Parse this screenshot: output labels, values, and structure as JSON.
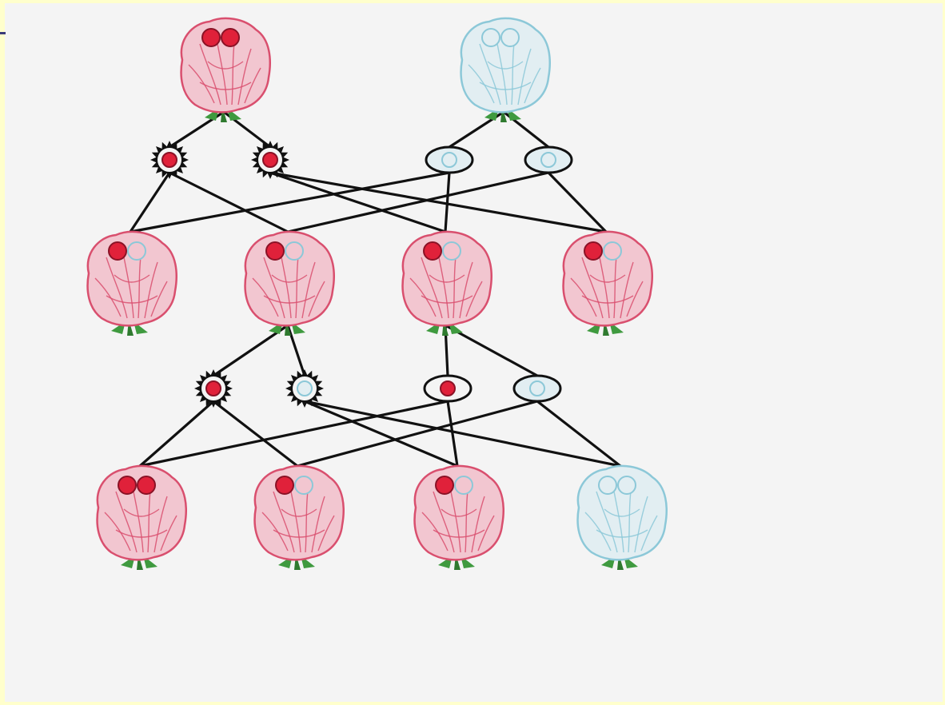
{
  "colors": {
    "background": "#f4f4f4",
    "border": "#ffffcc",
    "red_petal": "#d94f6e",
    "red_fill": "#f2c6d0",
    "white_petal": "#8cc8d8",
    "white_fill": "#e2eef2",
    "leaf": "#3f9a3f",
    "dot_red": "#e0213a",
    "line": "#111111"
  },
  "diagram": {
    "generations": [
      {
        "id": "P",
        "flowers": [
          {
            "id": "p1",
            "color": "red",
            "alleles": [
              "R",
              "R"
            ]
          },
          {
            "id": "p2",
            "color": "white",
            "alleles": [
              "r",
              "r"
            ]
          }
        ]
      },
      {
        "id": "G1",
        "gametes": [
          {
            "id": "g1a",
            "kind": "sperm",
            "allele": "R"
          },
          {
            "id": "g1b",
            "kind": "sperm",
            "allele": "R"
          },
          {
            "id": "g1c",
            "kind": "egg",
            "allele": "r"
          },
          {
            "id": "g1d",
            "kind": "egg",
            "allele": "r"
          }
        ]
      },
      {
        "id": "F1",
        "flowers": [
          {
            "id": "f1a",
            "color": "red",
            "alleles": [
              "R",
              "r"
            ]
          },
          {
            "id": "f1b",
            "color": "red",
            "alleles": [
              "R",
              "r"
            ]
          },
          {
            "id": "f1c",
            "color": "red",
            "alleles": [
              "R",
              "r"
            ]
          },
          {
            "id": "f1d",
            "color": "red",
            "alleles": [
              "R",
              "r"
            ]
          }
        ]
      },
      {
        "id": "G2",
        "gametes": [
          {
            "id": "g2a",
            "kind": "sperm",
            "allele": "R"
          },
          {
            "id": "g2b",
            "kind": "sperm",
            "allele": "r"
          },
          {
            "id": "g2c",
            "kind": "egg",
            "allele": "R"
          },
          {
            "id": "g2d",
            "kind": "egg",
            "allele": "r"
          }
        ]
      },
      {
        "id": "F2",
        "flowers": [
          {
            "id": "f2a",
            "color": "red",
            "alleles": [
              "R",
              "R"
            ]
          },
          {
            "id": "f2b",
            "color": "red",
            "alleles": [
              "R",
              "r"
            ]
          },
          {
            "id": "f2c",
            "color": "red",
            "alleles": [
              "R",
              "r"
            ]
          },
          {
            "id": "f2d",
            "color": "white",
            "alleles": [
              "r",
              "r"
            ]
          }
        ]
      }
    ],
    "links": [
      [
        "p1",
        "g1a"
      ],
      [
        "p1",
        "g1b"
      ],
      [
        "p2",
        "g1c"
      ],
      [
        "p2",
        "g1d"
      ],
      [
        "g1a",
        "f1a"
      ],
      [
        "g1a",
        "f1b"
      ],
      [
        "g1b",
        "f1c"
      ],
      [
        "g1b",
        "f1d"
      ],
      [
        "g1c",
        "f1a"
      ],
      [
        "g1c",
        "f1c"
      ],
      [
        "g1d",
        "f1b"
      ],
      [
        "g1d",
        "f1d"
      ],
      [
        "f1b",
        "g2a"
      ],
      [
        "f1b",
        "g2b"
      ],
      [
        "f1c",
        "g2c"
      ],
      [
        "f1c",
        "g2d"
      ],
      [
        "g2a",
        "f2a"
      ],
      [
        "g2a",
        "f2b"
      ],
      [
        "g2b",
        "f2c"
      ],
      [
        "g2b",
        "f2d"
      ],
      [
        "g2c",
        "f2a"
      ],
      [
        "g2c",
        "f2c"
      ],
      [
        "g2d",
        "f2b"
      ],
      [
        "g2d",
        "f2d"
      ]
    ]
  }
}
